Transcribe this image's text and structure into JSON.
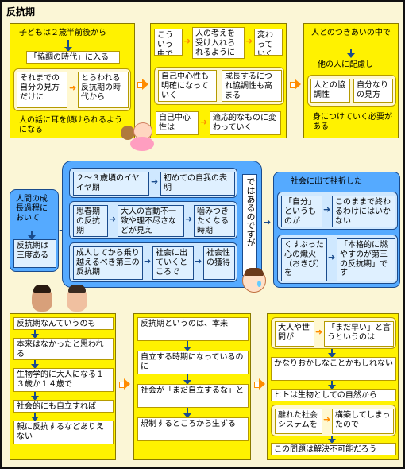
{
  "title": "反抗期",
  "top_left": {
    "l1": "子どもは２歳半前後から",
    "l2": "「協調の時代」に入る",
    "l3a": "それまでの自分の見方だけに",
    "l3b": "とらわれる反抗期の時代から",
    "l4": "人の話に耳を傾けられるようになる"
  },
  "top_mid": {
    "a": "こういう中で",
    "b": "人の考えを受け入れられるように",
    "c": "変わっていく",
    "d": "自己中心性も明確になっていく",
    "e": "成長するにつれ協調性も高まる",
    "f": "自己中心性は",
    "g": "適応的なものに変わっていく"
  },
  "top_right": {
    "a": "人とのつきあいの中で",
    "b": "他の人に配慮し",
    "c": "人との協調性",
    "d": "自分なりの見方",
    "e": "身につけていく必要がある"
  },
  "mid_left": {
    "a": "人間の成長過程において",
    "b": "反抗期は三度ある"
  },
  "mid_center": {
    "r1a": "２～３歳頃のイヤイヤ期",
    "r1b": "初めての自我の表明",
    "r2a": "思春期の反抗期",
    "r2b": "大人の言動不一致や理不尽さなどが見え",
    "r2c": "噛みつきたくなる時期",
    "r3a": "成人してから乗り越えるべき第三の反抗期",
    "r3b": "社会に出ていくところで",
    "r3c": "社会性の獲得",
    "vertical": "ではあるのですが"
  },
  "mid_right": {
    "a": "社会に出て挫折した",
    "b": "「自分」というものが",
    "c": "このままで終わるわけにはいかない",
    "d": "くすぶった心の熾火（おきび）を",
    "e": "「本格的に燃やすのが第三の反抗期」です"
  },
  "bot_left": {
    "a": "反抗期なんていうのも",
    "b": "本来はなかったと思われる",
    "c": "生物学的に大人になる１３歳か１４歳で",
    "d": "社会的にも自立すれば",
    "e": "親に反抗するなどありえない"
  },
  "bot_mid": {
    "a": "反抗期というのは、本来",
    "b": "自立する時期になっているのに",
    "c": "社会が「まだ自立するな」と",
    "d": "規制するところから生ずる"
  },
  "bot_right": {
    "a": "大人や世間が",
    "b": "「まだ早い」と言うというのは",
    "c": "かなりおかしなことかもしれない",
    "d": "ヒトは生物としての自然から",
    "e": "離れた社会システムを",
    "f": "構築してしまったので",
    "g": "この問題は解決不可能だろう"
  },
  "colors": {
    "yellow": "#fff200",
    "blue": "#55aaff",
    "frame": "#fbf6d6",
    "arrow": "#ff8c00"
  }
}
